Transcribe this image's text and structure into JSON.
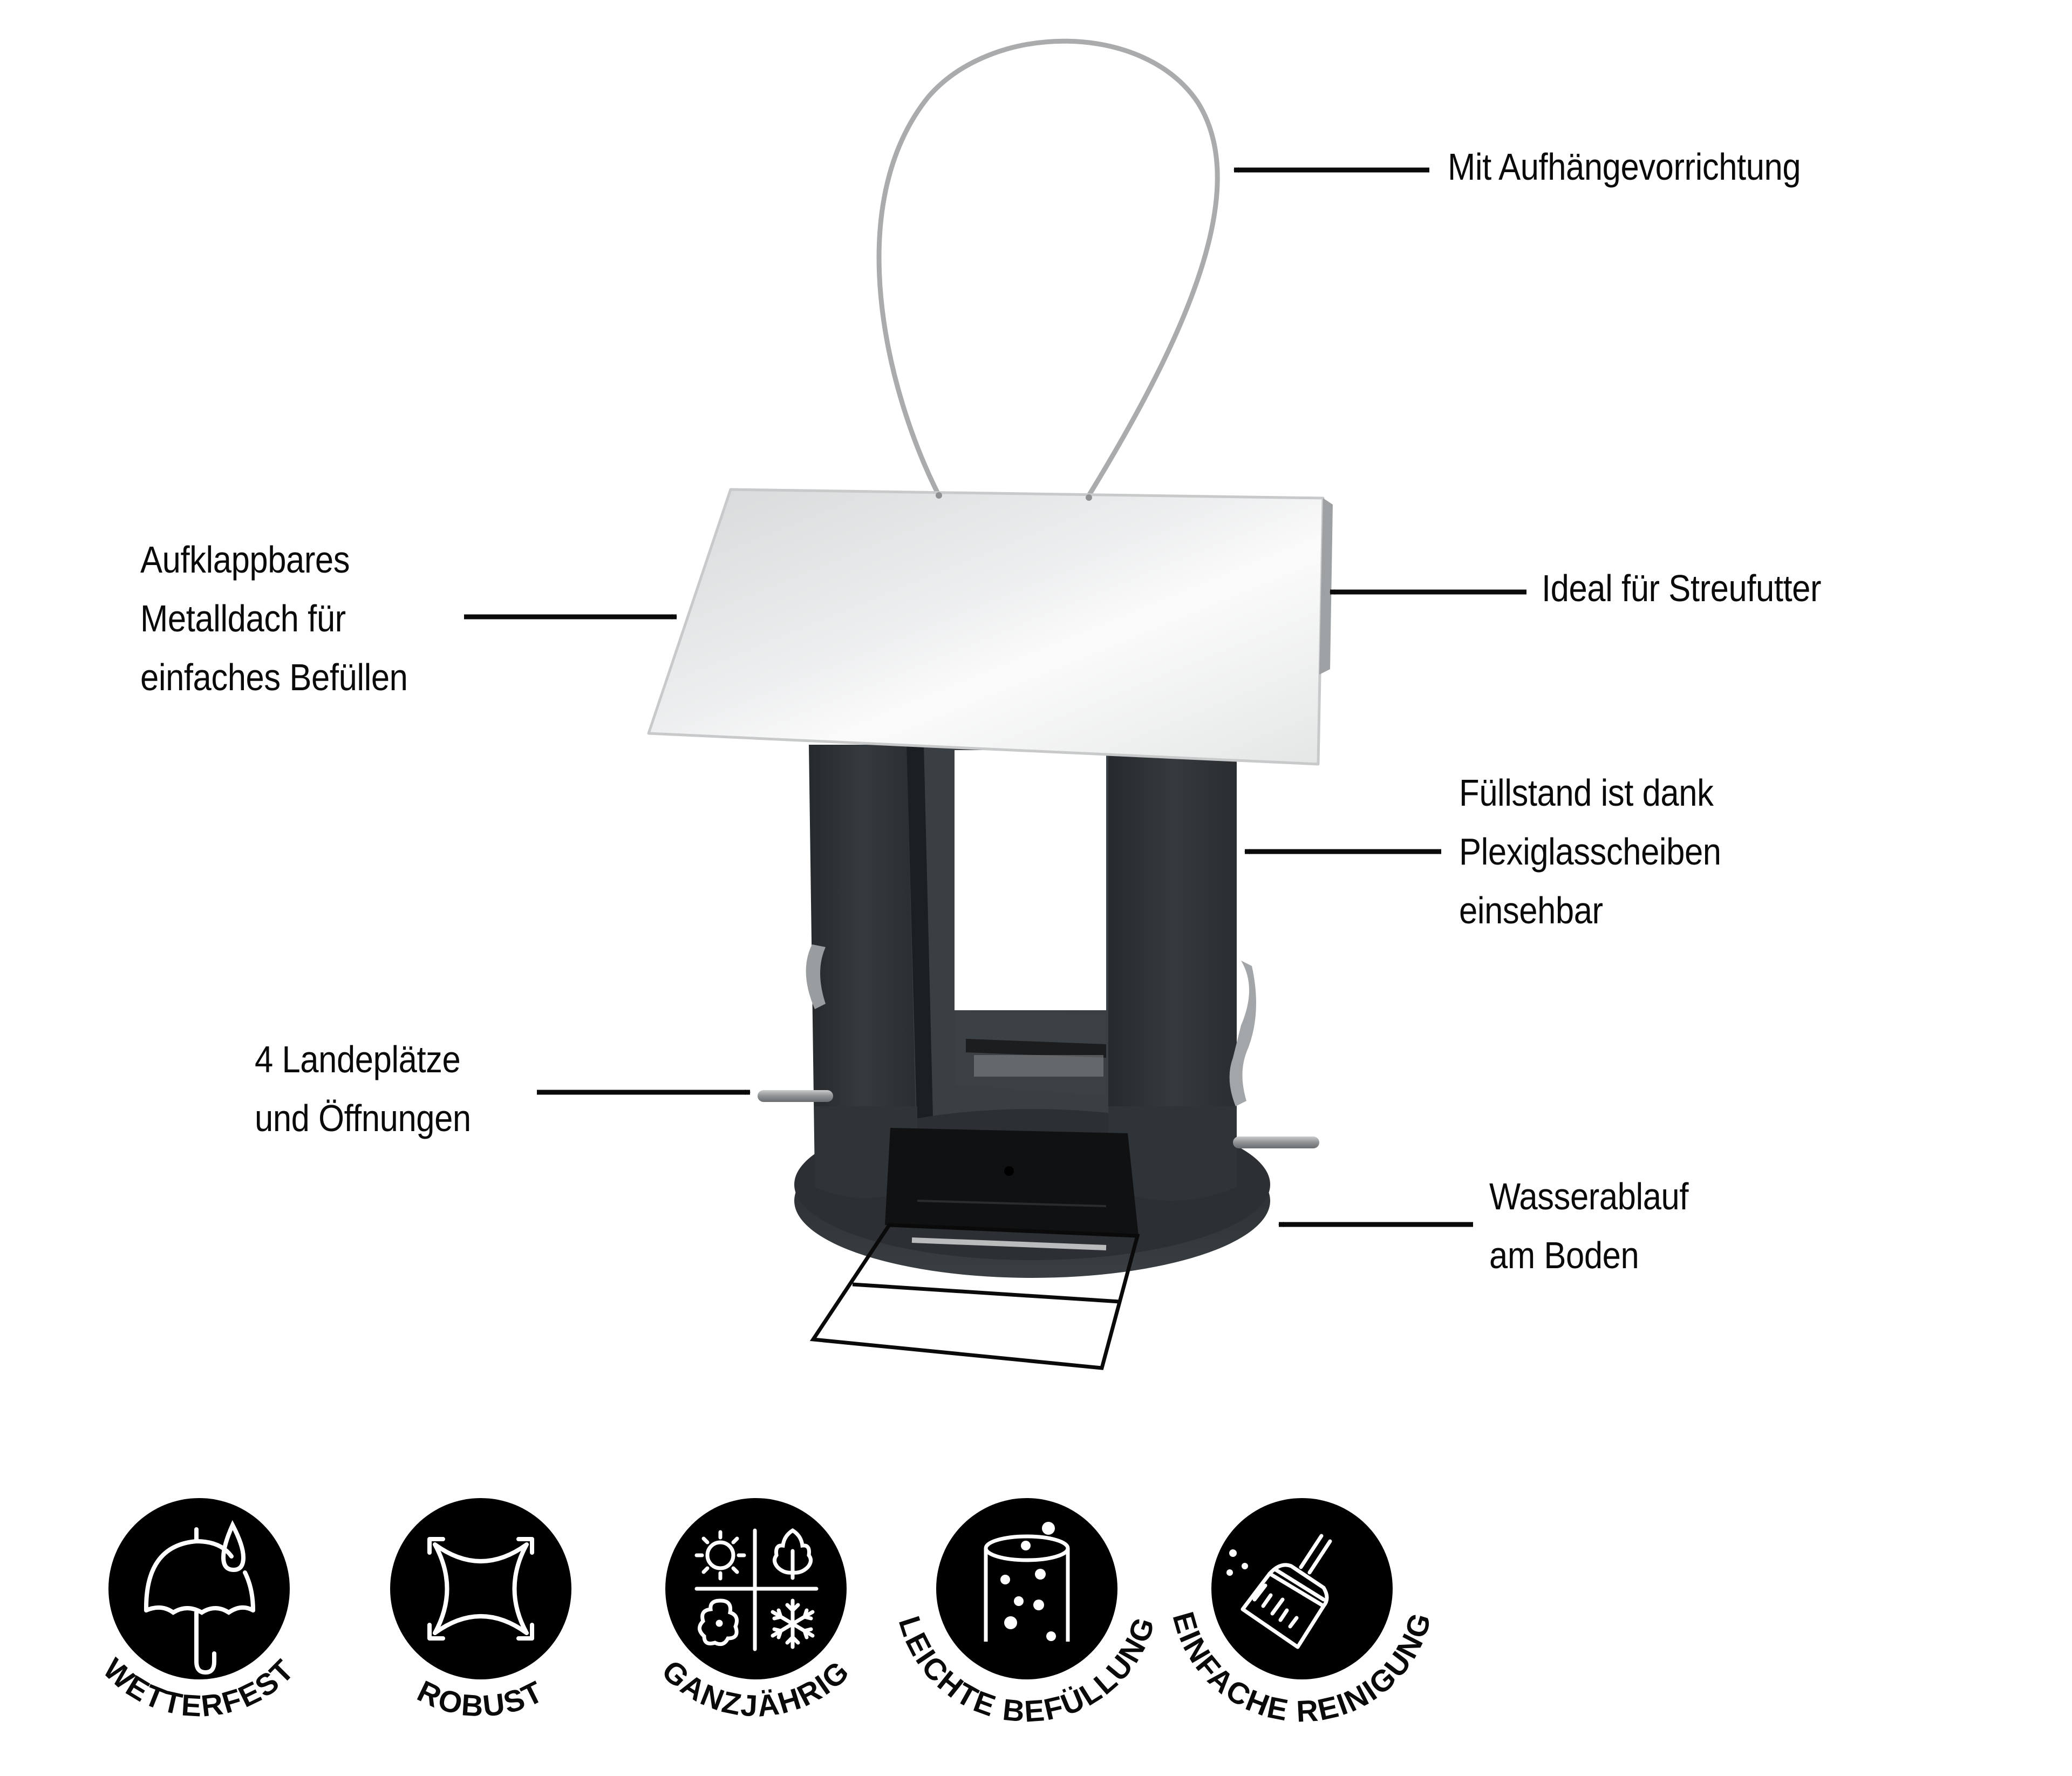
{
  "callouts": {
    "hanger": {
      "lines": [
        "Mit Aufhängevorrichtung"
      ]
    },
    "roof": {
      "lines": [
        "Aufklappbares",
        "Metalldach für",
        "einfaches Befüllen"
      ]
    },
    "seed": {
      "lines": [
        "Ideal für Streufutter"
      ]
    },
    "level": {
      "lines": [
        "Füllstand ist dank",
        "Plexiglasscheiben",
        "einsehbar"
      ]
    },
    "perches": {
      "lines": [
        "4 Landeplätze",
        "und Öffnungen"
      ]
    },
    "drain": {
      "lines": [
        "Wasserablauf",
        "am Boden"
      ]
    }
  },
  "badges": [
    {
      "label": "WETTERFEST",
      "icon": "umbrella-rain-icon"
    },
    {
      "label": "ROBUST",
      "icon": "stretch-square-icon"
    },
    {
      "label": "GANZJÄHRIG",
      "icon": "four-seasons-icon"
    },
    {
      "label": "LEICHTE BEFÜLLUNG",
      "icon": "filling-container-icon"
    },
    {
      "label": "EINFACHE REINIGUNG",
      "icon": "brush-cleaning-icon"
    }
  ],
  "colors": {
    "text": "#0a0a0a",
    "badge_fill": "#000000",
    "feeder_body": "#2f3438",
    "roof_metal": "#dfe1e2",
    "wire": "#a9abac"
  }
}
